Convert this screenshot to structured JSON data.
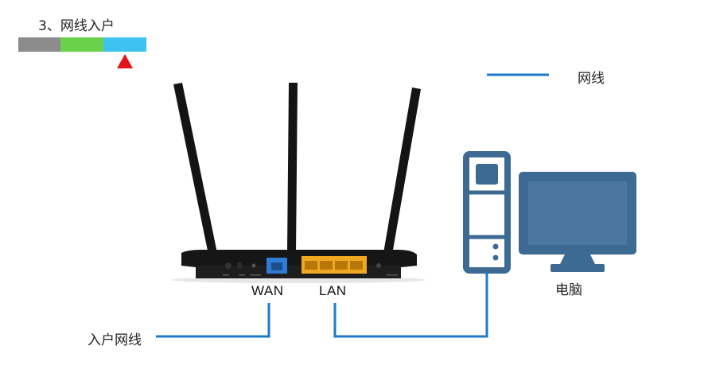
{
  "header": {
    "step_title": "3、网线入户"
  },
  "progress": {
    "segment_colors": [
      "#8c8c8c",
      "#6cd14a",
      "#3ec3f0"
    ],
    "active_segment": 3,
    "marker_color": "#e3121b"
  },
  "legend": {
    "label": "网线",
    "line_color": "#1f7ac8"
  },
  "router": {
    "wan_label": "WAN",
    "lan_label": "LAN",
    "body_color": "#161616",
    "wan_port_color": "#2e7cd6",
    "lan_port_color": "#f0a820"
  },
  "computer": {
    "label": "电脑",
    "color": "#3d6a93",
    "screen_color": "#4a76a0"
  },
  "cable": {
    "label": "入户网线",
    "color": "#1f7ac8"
  }
}
